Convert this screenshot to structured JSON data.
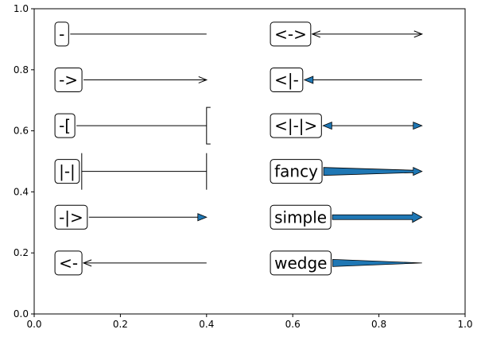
{
  "chart_data": {
    "type": "annotation",
    "title": "",
    "xlabel": "",
    "ylabel": "",
    "xlim": [
      0,
      1
    ],
    "ylim": [
      0,
      1
    ],
    "xticks": [
      "0.0",
      "0.2",
      "0.4",
      "0.6",
      "0.8",
      "1.0"
    ],
    "yticks": [
      "0.0",
      "0.2",
      "0.4",
      "0.6",
      "0.8",
      "1.0"
    ],
    "grid": false,
    "arrow_fill_color": "#1f77b4",
    "annotations": [
      {
        "label": "-",
        "style": "-",
        "text_xy": [
          0.05,
          0.917
        ],
        "tip_xy": [
          0.4,
          0.917
        ]
      },
      {
        "label": "->",
        "style": "->",
        "text_xy": [
          0.05,
          0.767
        ],
        "tip_xy": [
          0.4,
          0.767
        ]
      },
      {
        "label": "-[",
        "style": "-[",
        "text_xy": [
          0.05,
          0.617
        ],
        "tip_xy": [
          0.4,
          0.617
        ]
      },
      {
        "label": "|-|",
        "style": "|-|",
        "text_xy": [
          0.05,
          0.467
        ],
        "tip_xy": [
          0.4,
          0.467
        ]
      },
      {
        "label": "-|>",
        "style": "-|>",
        "text_xy": [
          0.05,
          0.317
        ],
        "tip_xy": [
          0.4,
          0.317
        ]
      },
      {
        "label": "<-",
        "style": "<-",
        "text_xy": [
          0.05,
          0.167
        ],
        "tip_xy": [
          0.4,
          0.167
        ]
      },
      {
        "label": "<->",
        "style": "<->",
        "text_xy": [
          0.55,
          0.917
        ],
        "tip_xy": [
          0.9,
          0.917
        ]
      },
      {
        "label": "<|-",
        "style": "<|-",
        "text_xy": [
          0.55,
          0.767
        ],
        "tip_xy": [
          0.9,
          0.767
        ]
      },
      {
        "label": "<|-|>",
        "style": "<|-|>",
        "text_xy": [
          0.55,
          0.617
        ],
        "tip_xy": [
          0.9,
          0.617
        ]
      },
      {
        "label": "fancy",
        "style": "fancy",
        "text_xy": [
          0.55,
          0.467
        ],
        "tip_xy": [
          0.9,
          0.467
        ]
      },
      {
        "label": "simple",
        "style": "simple",
        "text_xy": [
          0.55,
          0.317
        ],
        "tip_xy": [
          0.9,
          0.317
        ]
      },
      {
        "label": "wedge",
        "style": "wedge",
        "text_xy": [
          0.55,
          0.167
        ],
        "tip_xy": [
          0.9,
          0.167
        ]
      }
    ]
  }
}
